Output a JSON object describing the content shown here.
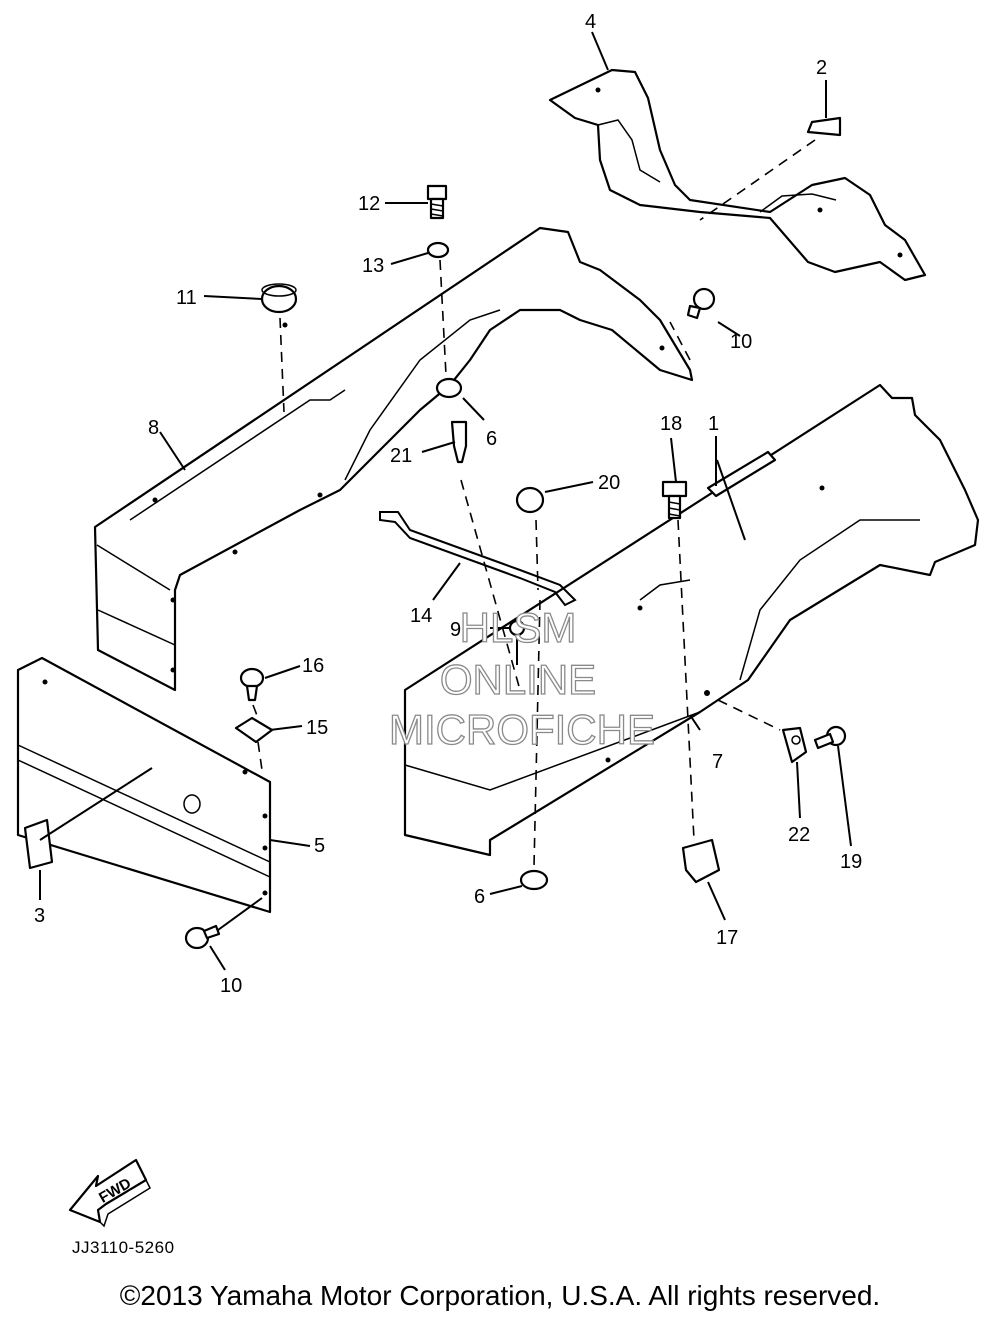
{
  "callouts": [
    {
      "id": "c1",
      "text": "1"
    },
    {
      "id": "c2",
      "text": "2"
    },
    {
      "id": "c3",
      "text": "3"
    },
    {
      "id": "c4",
      "text": "4"
    },
    {
      "id": "c5",
      "text": "5"
    },
    {
      "id": "c6a",
      "text": "6"
    },
    {
      "id": "c6b",
      "text": "6"
    },
    {
      "id": "c7",
      "text": "7"
    },
    {
      "id": "c8",
      "text": "8"
    },
    {
      "id": "c9",
      "text": "9"
    },
    {
      "id": "c10a",
      "text": "10"
    },
    {
      "id": "c10b",
      "text": "10"
    },
    {
      "id": "c11",
      "text": "11"
    },
    {
      "id": "c12",
      "text": "12"
    },
    {
      "id": "c13",
      "text": "13"
    },
    {
      "id": "c14",
      "text": "14"
    },
    {
      "id": "c15",
      "text": "15"
    },
    {
      "id": "c16",
      "text": "16"
    },
    {
      "id": "c17",
      "text": "17"
    },
    {
      "id": "c18",
      "text": "18"
    },
    {
      "id": "c19",
      "text": "19"
    },
    {
      "id": "c20",
      "text": "20"
    },
    {
      "id": "c21",
      "text": "21"
    },
    {
      "id": "c22",
      "text": "22"
    }
  ],
  "watermark": [
    "HLSM",
    "ONLINE",
    "MICROFICHE"
  ],
  "fwd_label": "FWD",
  "drawing_code": "JJ3110-5260",
  "copyright": "©2013 Yamaha Motor Corporation, U.S.A. All rights reserved."
}
